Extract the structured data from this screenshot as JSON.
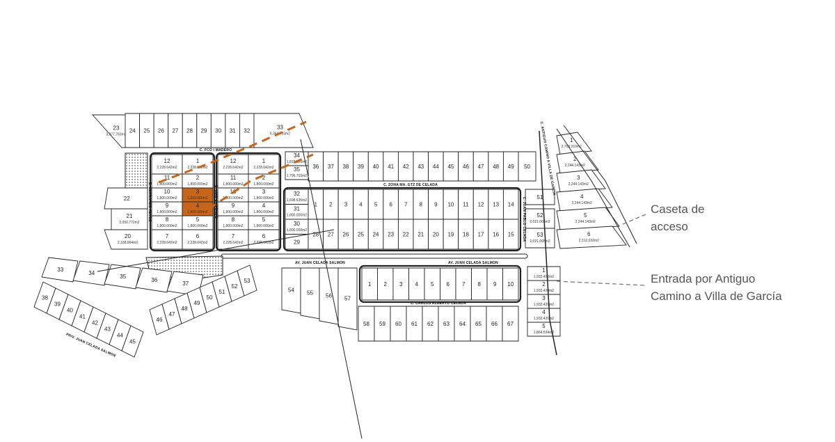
{
  "annotations": {
    "caseta": [
      "Caseta de",
      "acceso"
    ],
    "entrada": [
      "Entrada por Antiguo",
      "Camino a Villa de García"
    ]
  },
  "colors": {
    "highlight": "#c8651b",
    "route": "#c8651b",
    "annotation_line": "#777777"
  },
  "streets": {
    "madero": "C. FCO I MADERO",
    "zona": "C. ZONA MA. GTZ DE CELADA",
    "juan_celada_top": "AV. JUAN CELADA SALMON",
    "juan_celada_bottom": "AV. JUAN CELADA SALMON",
    "carlos": "C. CARLOS ALBERTO CELADA",
    "camino": "C. ANTIGUO CAMINO A VILLA DE GARCIA",
    "bernardo": "C. BERNARDO REYES",
    "elizondo": "C. LUIS ELIZONDO",
    "juan_pablo": "C. JUAN PABLO CELADA",
    "priv": "PRIV. JUAN CELADA SALMON"
  },
  "blocks": {
    "top_left": [
      {
        "n": "23",
        "area": "3,977.763m2"
      },
      {
        "n": "24",
        "area": ""
      },
      {
        "n": "25",
        "area": ""
      },
      {
        "n": "26",
        "area": ""
      },
      {
        "n": "27",
        "area": ""
      },
      {
        "n": "28",
        "area": ""
      },
      {
        "n": "29",
        "area": ""
      },
      {
        "n": "30",
        "area": ""
      },
      {
        "n": "31",
        "area": ""
      },
      {
        "n": "32",
        "area": ""
      },
      {
        "n": "33",
        "area": "5,363.733m2"
      }
    ],
    "block_a": [
      {
        "n": "12",
        "area": "2,228.642m2"
      },
      {
        "n": "1",
        "area": "2,228.642m2"
      },
      {
        "n": "11",
        "area": "1,800.000m2"
      },
      {
        "n": "2",
        "area": "1,800.000m2"
      },
      {
        "n": "10",
        "area": "1,800.000m2"
      },
      {
        "n": "3",
        "area": "1,800.000m2",
        "highlight": true
      },
      {
        "n": "9",
        "area": "1,800.000m2"
      },
      {
        "n": "4",
        "area": "1,800.000m2",
        "highlight": true
      },
      {
        "n": "8",
        "area": "1,800.000m2"
      },
      {
        "n": "5",
        "area": "1,800.000m2"
      },
      {
        "n": "7",
        "area": "2,228.642m2"
      },
      {
        "n": "6",
        "area": "2,228.642m2"
      }
    ],
    "block_b": [
      {
        "n": "12",
        "area": "2,228.642m2"
      },
      {
        "n": "1",
        "area": "2,228.642m2"
      },
      {
        "n": "11",
        "area": "1,800.000m2"
      },
      {
        "n": "2",
        "area": "1,800.000m2"
      },
      {
        "n": "10",
        "area": "1,800.000m2"
      },
      {
        "n": "3",
        "area": "1,800.000m2"
      },
      {
        "n": "9",
        "area": "1,800.000m2"
      },
      {
        "n": "4",
        "area": "1,800.000m2"
      },
      {
        "n": "8",
        "area": "1,800.000m2"
      },
      {
        "n": "5",
        "area": "1,800.000m2"
      },
      {
        "n": "7",
        "area": "2,228.642m2"
      },
      {
        "n": "6",
        "area": "2,228.642m2"
      }
    ],
    "block_left": [
      {
        "n": "22",
        "area": ""
      },
      {
        "n": "21",
        "area": "2,050.772m2"
      },
      {
        "n": "20",
        "area": "2,168.964m2"
      }
    ],
    "top_mid_side": [
      {
        "n": "34",
        "area": "1,815.520m2"
      },
      {
        "n": "35",
        "area": "1,796.703m2"
      }
    ],
    "top_mid": [
      "36",
      "37",
      "38",
      "39",
      "40",
      "41",
      "42",
      "43",
      "44",
      "45",
      "46",
      "47",
      "48",
      "49",
      "50"
    ],
    "block_d_side": [
      {
        "n": "32",
        "area": "1,698.635m2"
      },
      {
        "n": "31",
        "area": "1,800.000m2"
      },
      {
        "n": "30",
        "area": "1,800.000m2"
      },
      {
        "n": "29",
        "area": ""
      }
    ],
    "block_d_top": [
      "1",
      "2",
      "3",
      "4",
      "5",
      "6",
      "7",
      "8",
      "9",
      "10",
      "11",
      "12",
      "13",
      "14"
    ],
    "block_d_bottom": [
      "28",
      "27",
      "26",
      "25",
      "24",
      "23",
      "22",
      "21",
      "20",
      "19",
      "18",
      "17",
      "16",
      "15"
    ],
    "right_side": [
      {
        "n": "51",
        "area": ""
      },
      {
        "n": "52",
        "area": "2,021.065m2"
      },
      {
        "n": "53",
        "area": "2,021.065m2"
      }
    ],
    "block_e": [
      "1",
      "2",
      "3",
      "4",
      "5",
      "6",
      "7",
      "8",
      "9",
      "10"
    ],
    "block_f": [
      "58",
      "59",
      "60",
      "61",
      "62",
      "63",
      "64",
      "65",
      "66",
      "67"
    ],
    "lower_mid": [
      "54",
      "55",
      "56",
      "57"
    ],
    "block_g": [
      {
        "n": "1",
        "area": "1,932.420m2"
      },
      {
        "n": "2",
        "area": "1,932.420m2"
      },
      {
        "n": "3",
        "area": "1,932.420m2"
      },
      {
        "n": "4",
        "area": "1,932.420m2"
      },
      {
        "n": "5",
        "area": "1,864.534m2"
      }
    ],
    "wedge": [
      {
        "n": "1",
        "area": "2,703.310m2"
      },
      {
        "n": "2",
        "area": "2,244.143m2"
      },
      {
        "n": "3",
        "area": "2,244.143m2"
      },
      {
        "n": "4",
        "area": "2,244.143m2"
      },
      {
        "n": "5",
        "area": "2,244.143m2"
      },
      {
        "n": "6",
        "area": "2,312.032m2"
      }
    ],
    "lower_left_upper": [
      "33",
      "34",
      "35",
      "36",
      "37"
    ],
    "lower_left": [
      "38",
      "39",
      "40",
      "41",
      "42",
      "43",
      "44",
      "45",
      "46",
      "47",
      "48",
      "49",
      "50",
      "51",
      "52",
      "53"
    ]
  }
}
